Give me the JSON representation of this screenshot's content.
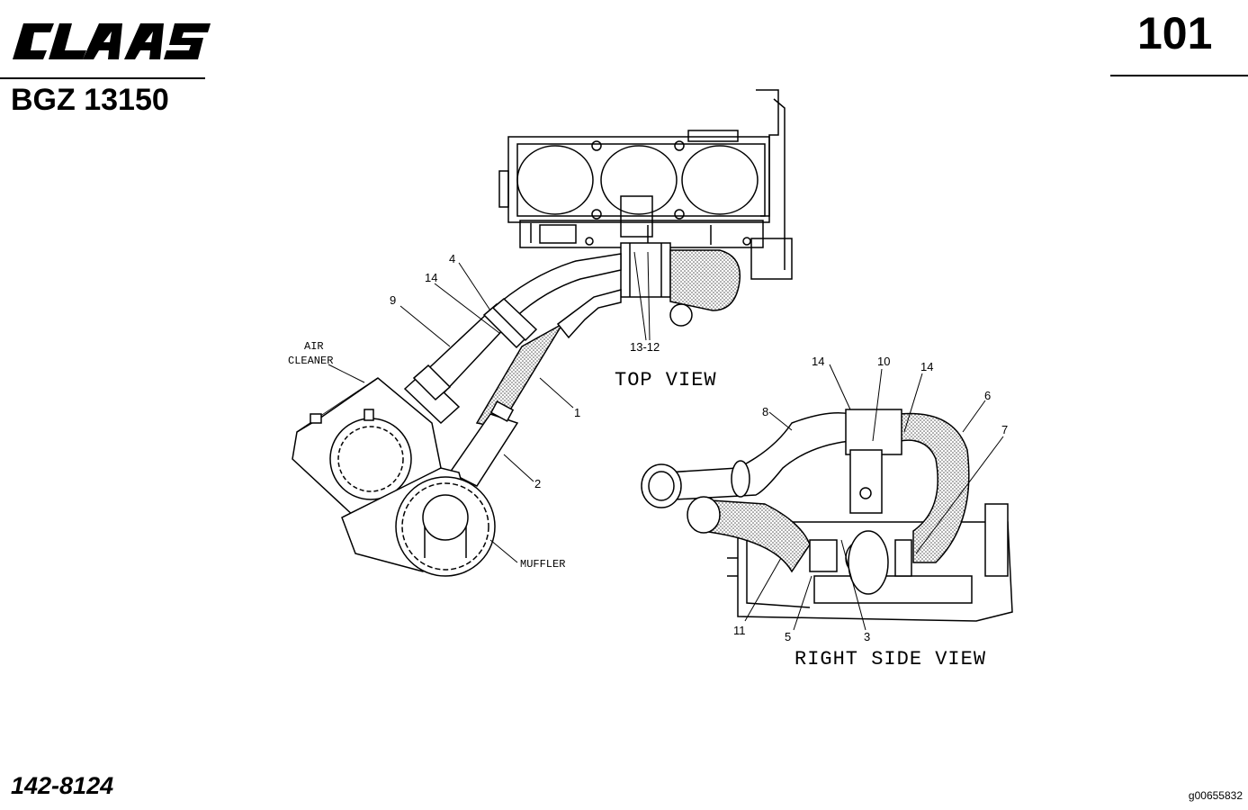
{
  "header": {
    "logo_text": "CLAAS",
    "page_number": "101",
    "doc_code": "BGZ 13150"
  },
  "footer": {
    "part_number": "142-8124",
    "image_id": "g00655832"
  },
  "diagram": {
    "views": {
      "top": "TOP VIEW",
      "right": "RIGHT SIDE VIEW"
    },
    "labels": {
      "air_cleaner_line1": "AIR",
      "air_cleaner_line2": "CLEANER",
      "muffler": "MUFFLER"
    },
    "callouts": {
      "c1": "1",
      "c2": "2",
      "c3": "3",
      "c4": "4",
      "c5": "5",
      "c6": "6",
      "c7": "7",
      "c8": "8",
      "c9": "9",
      "c10": "10",
      "c11": "11",
      "c13_12": "13-12",
      "c14a": "14",
      "c14b": "14",
      "c14c": "14"
    }
  }
}
